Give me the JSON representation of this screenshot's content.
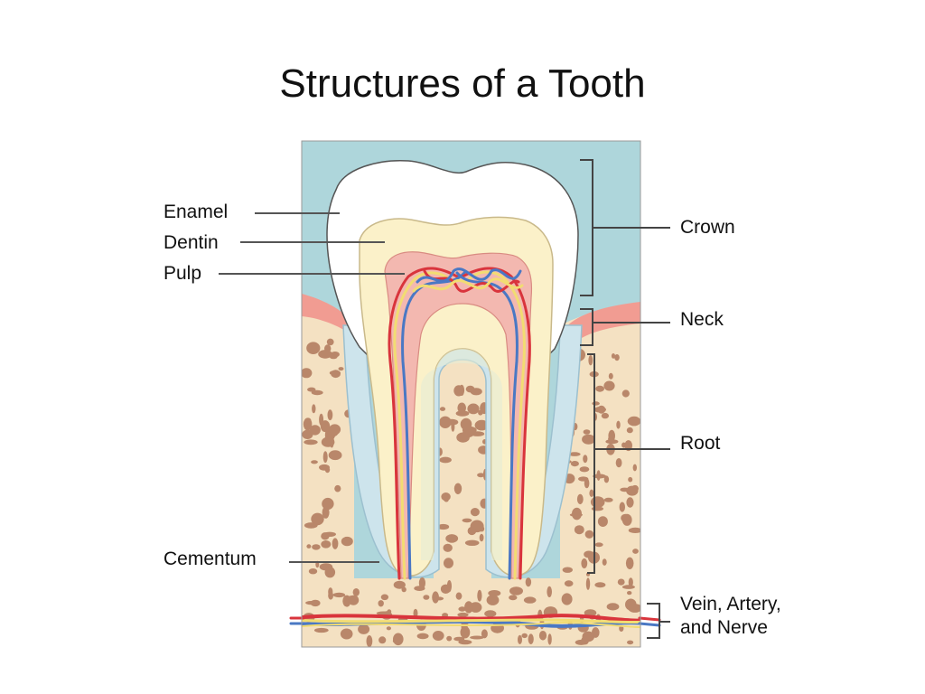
{
  "title": "Structures of a Tooth",
  "labels": {
    "enamel": "Enamel",
    "dentin": "Dentin",
    "pulp": "Pulp",
    "cementum": "Cementum",
    "crown": "Crown",
    "neck": "Neck",
    "root": "Root",
    "vessels_line1": "Vein, Artery,",
    "vessels_line2": "and Nerve"
  },
  "colors": {
    "background_sky": "#aed6db",
    "enamel": "#ffffff",
    "dentin": "#fbf1c9",
    "pulp": "#f3b8b0",
    "bone": "#f4e1c2",
    "bone_spots": "#b9876a",
    "gum": "#f19c92",
    "cementum": "#cde4ec",
    "artery": "#d9343c",
    "vein": "#4a78c4",
    "nerve": "#f2dc72",
    "leader_line": "#555555"
  }
}
